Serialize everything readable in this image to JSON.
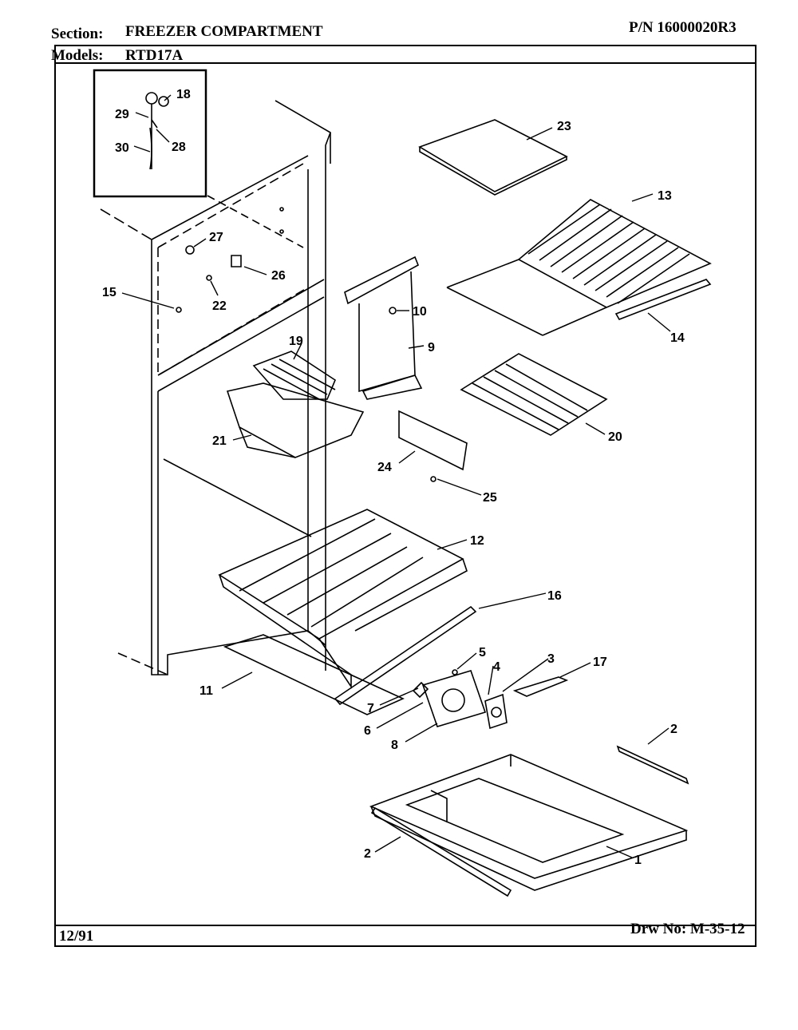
{
  "header": {
    "section_label": "Section:",
    "section_value": "FREEZER COMPARTMENT",
    "part_number": "P/N 16000020R3",
    "models_label": "Models:",
    "models_value": "RTD17A"
  },
  "footer": {
    "date": "12/91",
    "drawing_number": "Drw No: M-35-12"
  },
  "callouts": [
    {
      "id": "c18",
      "text": "18"
    },
    {
      "id": "c29",
      "text": "29"
    },
    {
      "id": "c28",
      "text": "28"
    },
    {
      "id": "c30",
      "text": "30"
    },
    {
      "id": "c23",
      "text": "23"
    },
    {
      "id": "c13",
      "text": "13"
    },
    {
      "id": "c27",
      "text": "27"
    },
    {
      "id": "c26",
      "text": "26"
    },
    {
      "id": "c22",
      "text": "22"
    },
    {
      "id": "c15",
      "text": "15"
    },
    {
      "id": "c10",
      "text": "10"
    },
    {
      "id": "c9",
      "text": "9"
    },
    {
      "id": "c14",
      "text": "14"
    },
    {
      "id": "c19",
      "text": "19"
    },
    {
      "id": "c21",
      "text": "21"
    },
    {
      "id": "c20",
      "text": "20"
    },
    {
      "id": "c24",
      "text": "24"
    },
    {
      "id": "c25",
      "text": "25"
    },
    {
      "id": "c12",
      "text": "12"
    },
    {
      "id": "c16",
      "text": "16"
    },
    {
      "id": "c5",
      "text": "5"
    },
    {
      "id": "c4",
      "text": "4"
    },
    {
      "id": "c3",
      "text": "3"
    },
    {
      "id": "c17",
      "text": "17"
    },
    {
      "id": "c11",
      "text": "11"
    },
    {
      "id": "c7",
      "text": "7"
    },
    {
      "id": "c6",
      "text": "6"
    },
    {
      "id": "c8",
      "text": "8"
    },
    {
      "id": "c2a",
      "text": "2"
    },
    {
      "id": "c2b",
      "text": "2"
    },
    {
      "id": "c1",
      "text": "1"
    }
  ]
}
